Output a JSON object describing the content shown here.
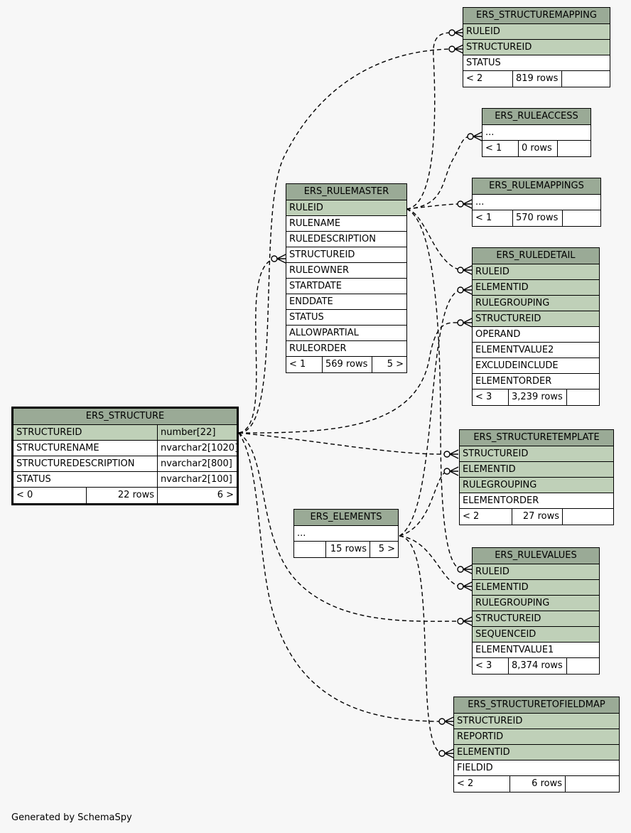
{
  "footer": "Generated by SchemaSpy",
  "tables": {
    "structure": {
      "name": "ERS_STRUCTURE",
      "rows": [
        {
          "col": "STRUCTUREID",
          "type": "number[22]"
        },
        {
          "col": "STRUCTURENAME",
          "type": "nvarchar2[1020]"
        },
        {
          "col": "STRUCTUREDESCRIPTION",
          "type": "nvarchar2[800]"
        },
        {
          "col": "STATUS",
          "type": "nvarchar2[100]"
        }
      ],
      "footer": [
        "< 0",
        "22 rows",
        "6 >"
      ]
    },
    "structuremapping": {
      "name": "ERS_STRUCTUREMAPPING",
      "rows": [
        "RULEID",
        "STRUCTUREID",
        "STATUS"
      ],
      "footer": [
        "< 2",
        "819 rows",
        ""
      ]
    },
    "ruleaccess": {
      "name": "ERS_RULEACCESS",
      "rows": [
        "..."
      ],
      "footer": [
        "< 1",
        "0 rows",
        ""
      ]
    },
    "rulemappings": {
      "name": "ERS_RULEMAPPINGS",
      "rows": [
        "..."
      ],
      "footer": [
        "< 1",
        "570 rows",
        ""
      ]
    },
    "rulemaster": {
      "name": "ERS_RULEMASTER",
      "rows": [
        "RULEID",
        "RULENAME",
        "RULEDESCRIPTION",
        "STRUCTUREID",
        "RULEOWNER",
        "STARTDATE",
        "ENDDATE",
        "STATUS",
        "ALLOWPARTIAL",
        "RULEORDER"
      ],
      "footer": [
        "< 1",
        "569 rows",
        "5 >"
      ]
    },
    "ruledetail": {
      "name": "ERS_RULEDETAIL",
      "rows": [
        "RULEID",
        "ELEMENTID",
        "RULEGROUPING",
        "STRUCTUREID",
        "OPERAND",
        "ELEMENTVALUE2",
        "EXCLUDEINCLUDE",
        "ELEMENTORDER"
      ],
      "footer": [
        "< 3",
        "3,239 rows",
        ""
      ]
    },
    "structuretemplate": {
      "name": "ERS_STRUCTURETEMPLATE",
      "rows": [
        "STRUCTUREID",
        "ELEMENTID",
        "RULEGROUPING",
        "ELEMENTORDER"
      ],
      "footer": [
        "< 2",
        "27 rows",
        ""
      ]
    },
    "elements": {
      "name": "ERS_ELEMENTS",
      "rows": [
        "..."
      ],
      "footer": [
        "",
        "15 rows",
        "5 >"
      ]
    },
    "rulevalues": {
      "name": "ERS_RULEVALUES",
      "rows": [
        "RULEID",
        "ELEMENTID",
        "RULEGROUPING",
        "STRUCTUREID",
        "SEQUENCEID",
        "ELEMENTVALUE1"
      ],
      "footer": [
        "< 3",
        "8,374 rows",
        ""
      ]
    },
    "structuretofieldmap": {
      "name": "ERS_STRUCTURETOFIELDMAP",
      "rows": [
        "STRUCTUREID",
        "REPORTID",
        "ELEMENTID",
        "FIELDID"
      ],
      "footer": [
        "< 2",
        "6 rows",
        ""
      ]
    }
  }
}
